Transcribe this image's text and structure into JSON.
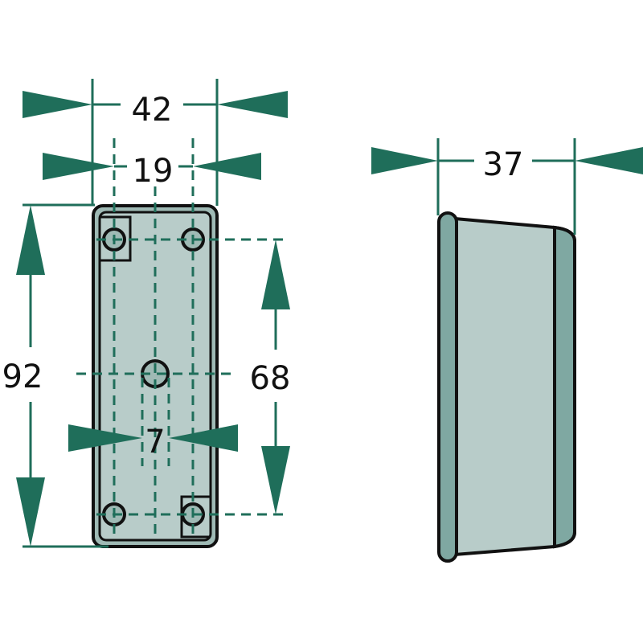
{
  "dimensions": {
    "width_total": "42",
    "hole_spacing_horizontal": "19",
    "height_total": "92",
    "hole_spacing_vertical": "68",
    "center_hole_width": "7",
    "depth": "37"
  },
  "colors": {
    "dimension_green": "#1f6e5a",
    "body_fill": "#b8ccc9",
    "flange_fill": "#7fa8a2",
    "outline": "#111111"
  }
}
